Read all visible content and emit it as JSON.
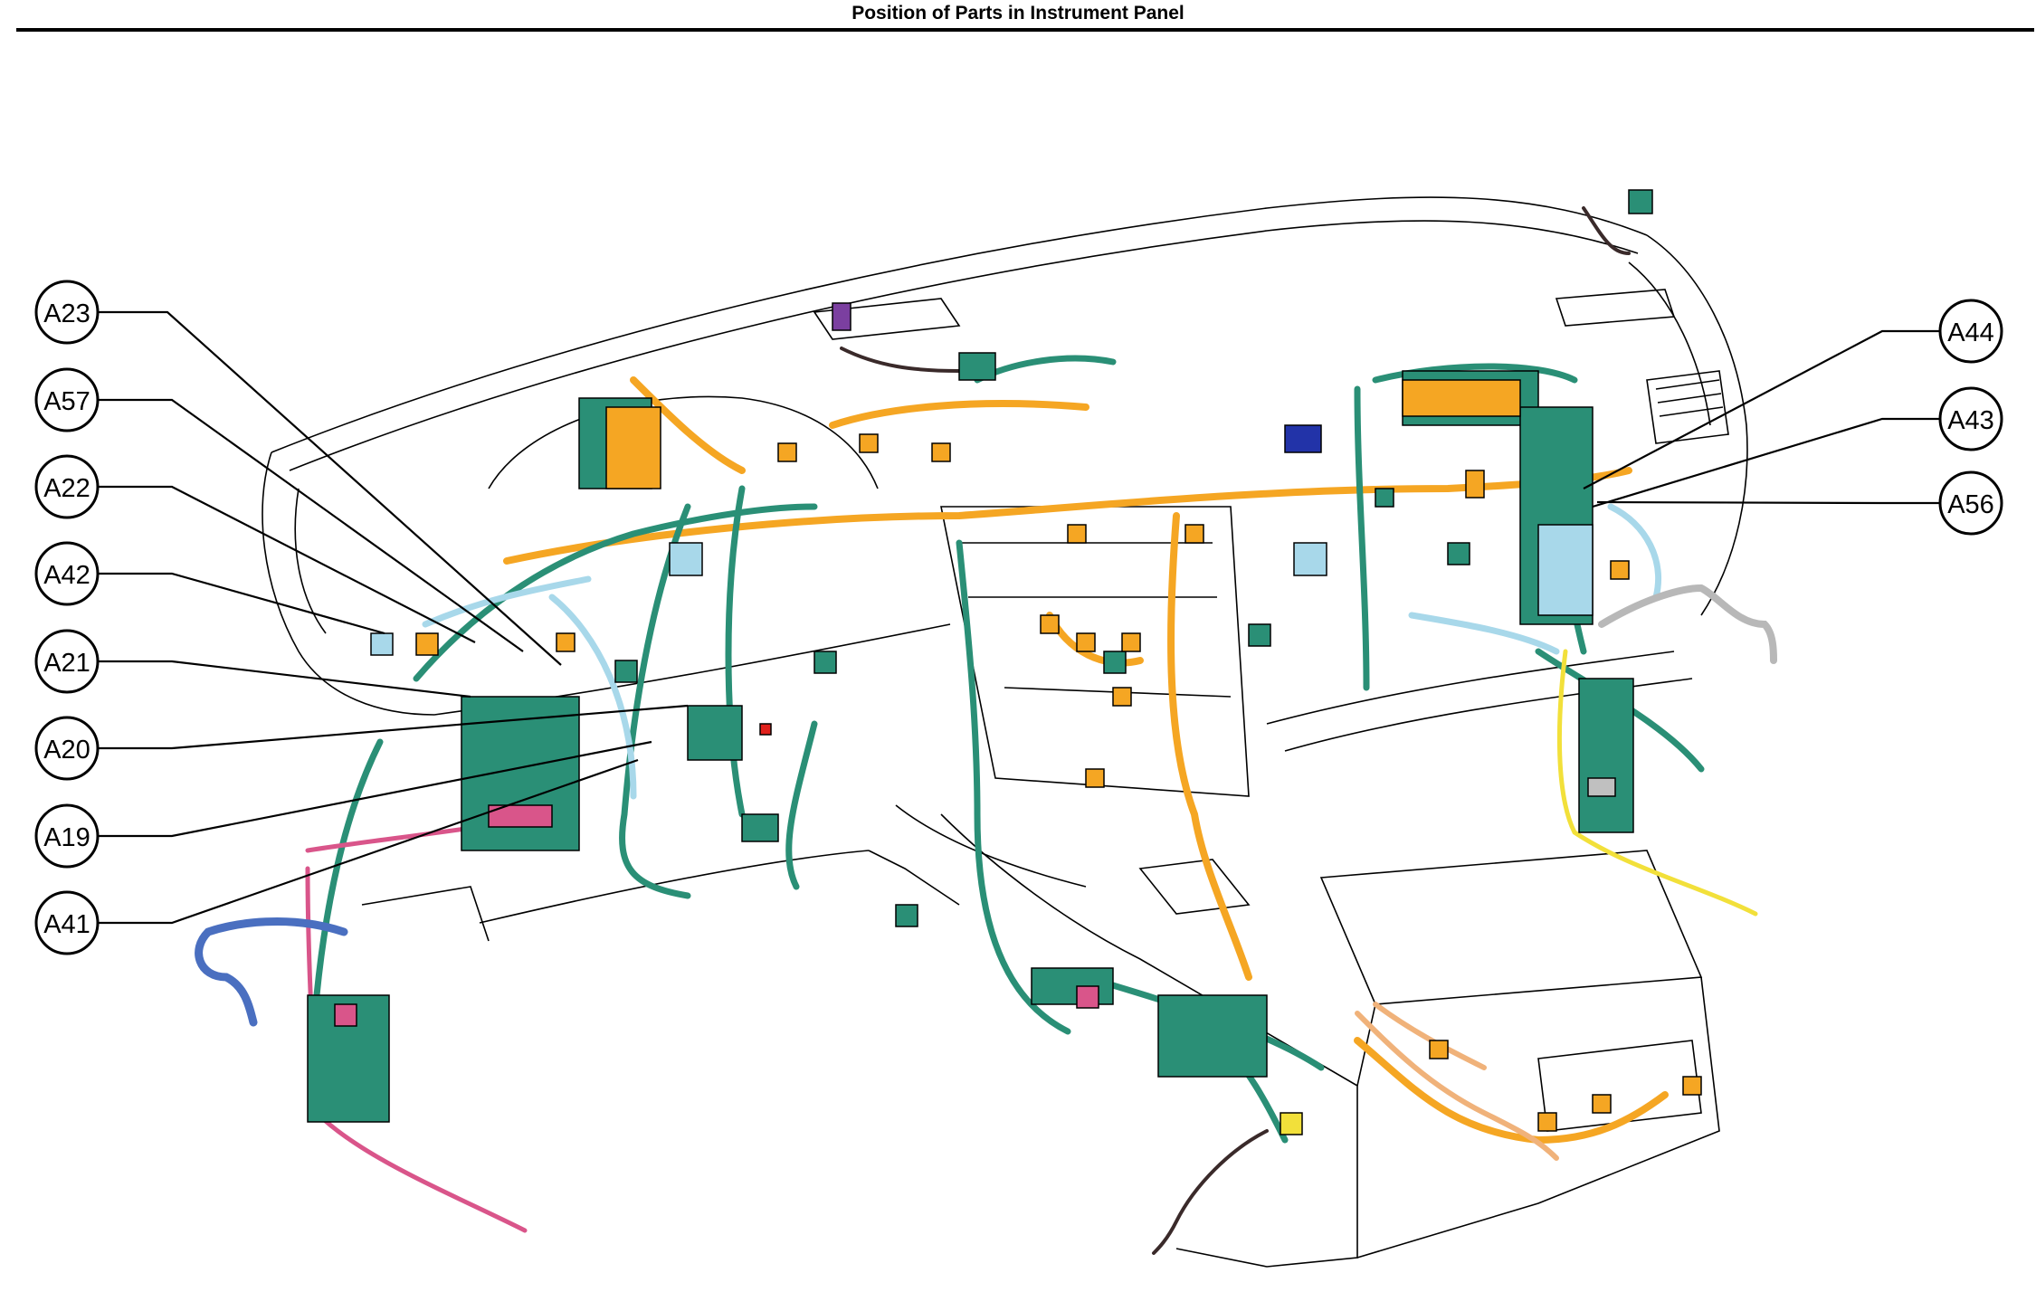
{
  "title": "Position of Parts in Instrument Panel",
  "colors": {
    "harness_green": "#2a8f76",
    "connector_orange": "#f5a623",
    "light_blue": "#a8d8ea",
    "pink": "#d9558a",
    "blue": "#4a6fc0",
    "yellow": "#f2e03a",
    "tan": "#f0b27a",
    "purple": "#7b3fa0",
    "gray": "#b8b8b8",
    "outline": "#000000"
  },
  "callouts_left": [
    {
      "id": "A23"
    },
    {
      "id": "A57"
    },
    {
      "id": "A22"
    },
    {
      "id": "A42"
    },
    {
      "id": "A21"
    },
    {
      "id": "A20"
    },
    {
      "id": "A19"
    },
    {
      "id": "A41"
    }
  ],
  "callouts_right": [
    {
      "id": "A44"
    },
    {
      "id": "A43"
    },
    {
      "id": "A56"
    }
  ]
}
